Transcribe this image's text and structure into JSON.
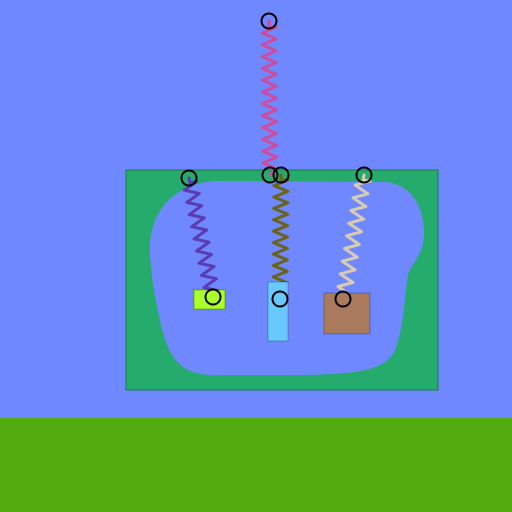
{
  "colors": {
    "sky": "#7088ff",
    "ground": "#52ab0e",
    "frame": "#25ab6b",
    "frame_inner": "#7088ff",
    "pink_spring": "#cc4c9e",
    "purple_spring": "#5a3cb0",
    "olive_spring": "#6a6418",
    "beige_spring": "#d8cbb0",
    "lime_block": "#a8ff2b",
    "cyan_block": "#69c9ff",
    "brown_block": "#a97a5b",
    "anchor_stroke": "#000000"
  },
  "springs": [
    {
      "name": "pink-spring",
      "color_key": "pink_spring",
      "coils": 12
    },
    {
      "name": "purple-spring",
      "color_key": "purple_spring",
      "coils": 9
    },
    {
      "name": "olive-spring",
      "color_key": "olive_spring",
      "coils": 10
    },
    {
      "name": "beige-spring",
      "color_key": "beige_spring",
      "coils": 9
    }
  ],
  "blocks": [
    {
      "name": "lime-block",
      "color_key": "lime_block"
    },
    {
      "name": "cyan-block",
      "color_key": "cyan_block"
    },
    {
      "name": "brown-block",
      "color_key": "brown_block"
    }
  ]
}
